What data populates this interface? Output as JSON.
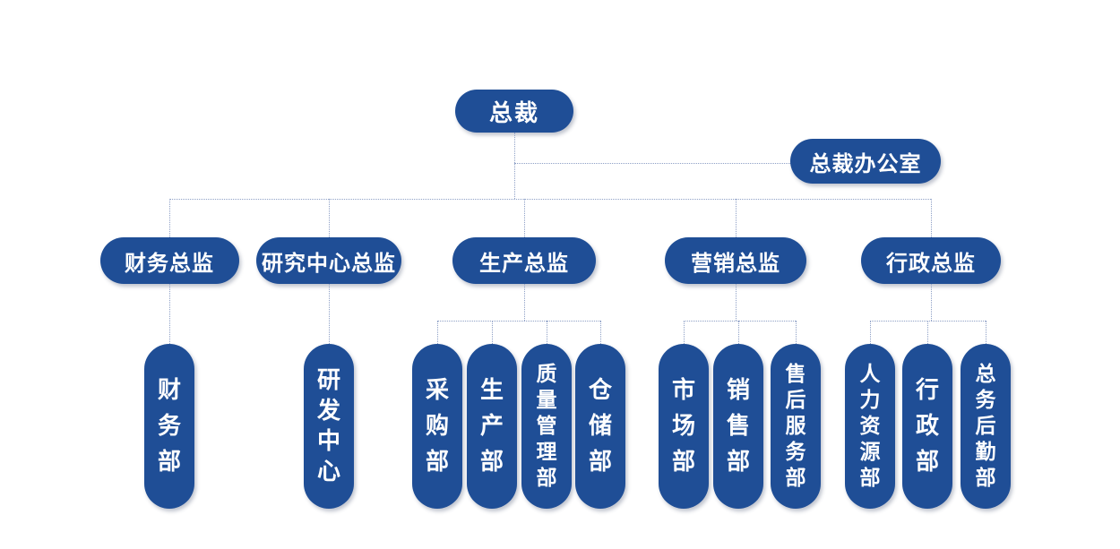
{
  "org_chart": {
    "root": "总裁",
    "staff_office": "总裁办公室",
    "branches": [
      {
        "director": "财务总监",
        "departments": [
          "财务部"
        ]
      },
      {
        "director": "研究中心总监",
        "departments": [
          "研发中心"
        ]
      },
      {
        "director": "生产总监",
        "departments": [
          "采购部",
          "生产部",
          "质量管理部",
          "仓储部"
        ]
      },
      {
        "director": "营销总监",
        "departments": [
          "市场部",
          "销售部",
          "售后服务部"
        ]
      },
      {
        "director": "行政总监",
        "departments": [
          "人力资源部",
          "行政部",
          "总务后勤部"
        ]
      }
    ],
    "colors": {
      "node_fill": "#1F4E96",
      "node_text": "#FFFFFF",
      "connector": "#8EA0C6",
      "background": "#FFFFFF"
    }
  }
}
